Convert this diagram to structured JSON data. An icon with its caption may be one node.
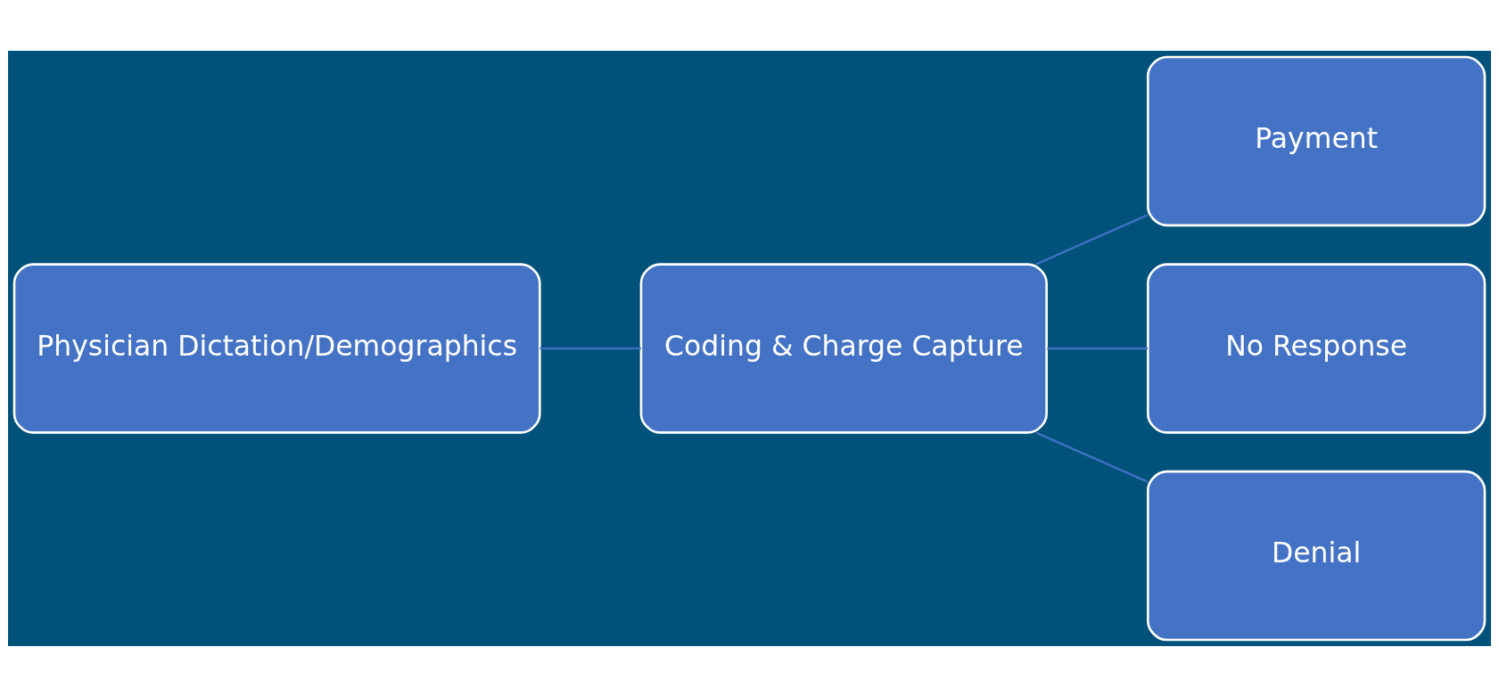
{
  "diagram": {
    "nodes": [
      {
        "text": [
          "Physician Dictation/Demographics"
        ]
      },
      {
        "text": [
          "Coding & Charge Capture"
        ]
      },
      {
        "text": [
          "Payment"
        ]
      },
      {
        "text": [
          "No Response"
        ]
      },
      {
        "text": [
          "Denial"
        ]
      }
    ],
    "edges": [
      {
        "from": 0,
        "to": 1,
        "arrow": "none"
      },
      {
        "from": 1,
        "to": 2,
        "arrow": "none"
      },
      {
        "from": 1,
        "to": 3,
        "arrow": "none"
      },
      {
        "from": 1,
        "to": 4,
        "arrow": "none"
      }
    ]
  }
}
